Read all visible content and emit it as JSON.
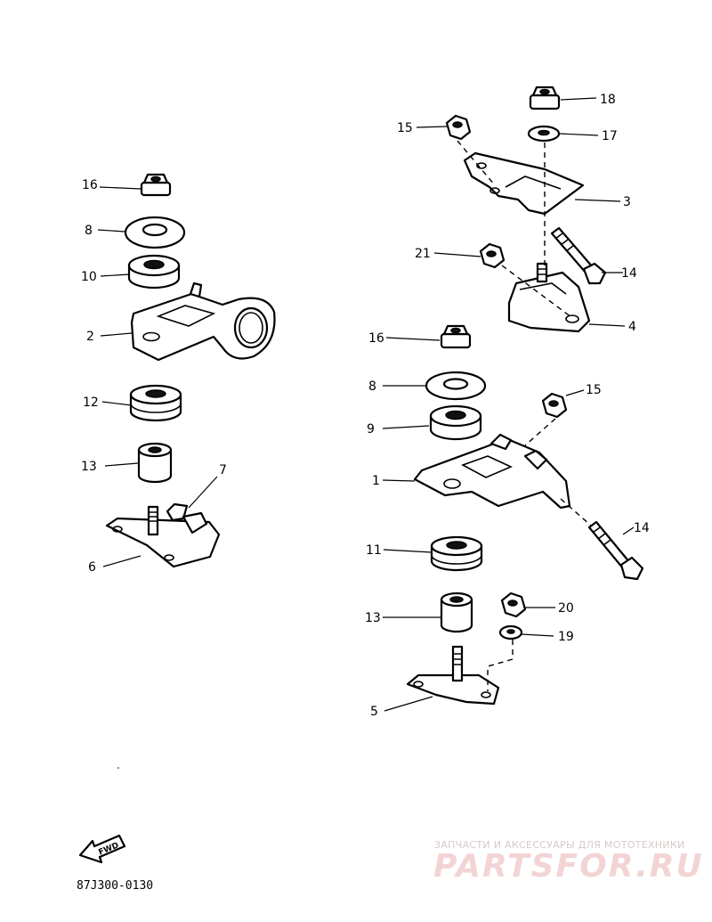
{
  "diagram": {
    "callouts": {
      "c16a": "16",
      "c8a": "8",
      "c10": "10",
      "c2": "2",
      "c12": "12",
      "c13a": "13",
      "c7": "7",
      "c6": "6",
      "c18": "18",
      "c15a": "15",
      "c17": "17",
      "c3": "3",
      "c21": "21",
      "c14a": "14",
      "c4": "4",
      "c16b": "16",
      "c8b": "8",
      "c15b": "15",
      "c9": "9",
      "c1": "1",
      "c14b": "14",
      "c11": "11",
      "c13b": "13",
      "c20": "20",
      "c19": "19",
      "c5": "5"
    },
    "fwd_label": "FWD",
    "diagram_code": "87J300-0130"
  },
  "watermark": {
    "tagline": "ЗАПЧАСТИ И АКСЕССУАРЫ ДЛЯ МОТОТЕХНИКИ",
    "logo": "PARTSFOR.RU"
  }
}
